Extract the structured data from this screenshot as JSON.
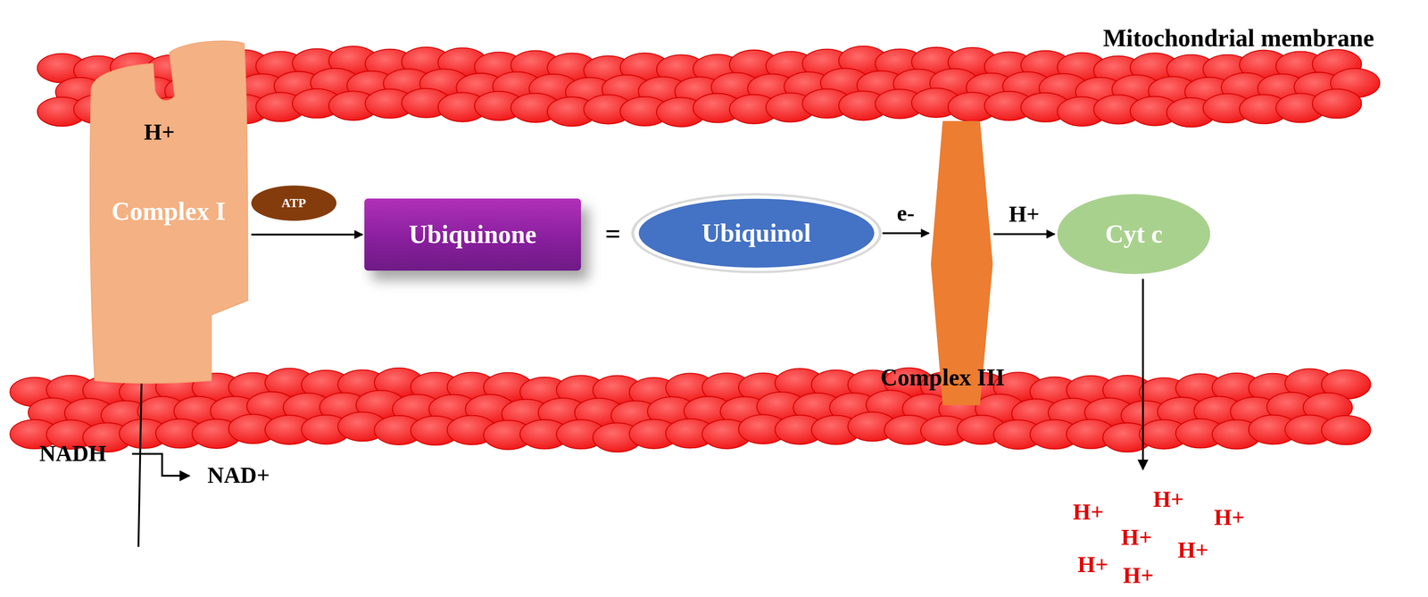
{
  "diagram": {
    "nodes": [
      {
        "text": [
          "Complex I"
        ]
      },
      {
        "text": [
          "ATP"
        ]
      },
      {
        "text": [
          "Ubiquinone"
        ]
      },
      {
        "text": [
          "Ubiquinol"
        ]
      },
      {
        "text": [
          "Complex III"
        ]
      },
      {
        "text": [
          "Cyt c"
        ]
      }
    ],
    "edges": [
      {
        "from": 0,
        "to": 2,
        "arrow": "to"
      },
      {
        "from": 3,
        "to": 4,
        "label": "e-",
        "arrow": "to"
      },
      {
        "from": 4,
        "to": 5,
        "label": "H+",
        "arrow": "to"
      }
    ],
    "labels": [
      "Mitochondrial membrane",
      "H+",
      "NADH",
      "NAD+",
      "=",
      "H+",
      "H+",
      "H+",
      "H+",
      "H+",
      "H+",
      "H+"
    ]
  }
}
